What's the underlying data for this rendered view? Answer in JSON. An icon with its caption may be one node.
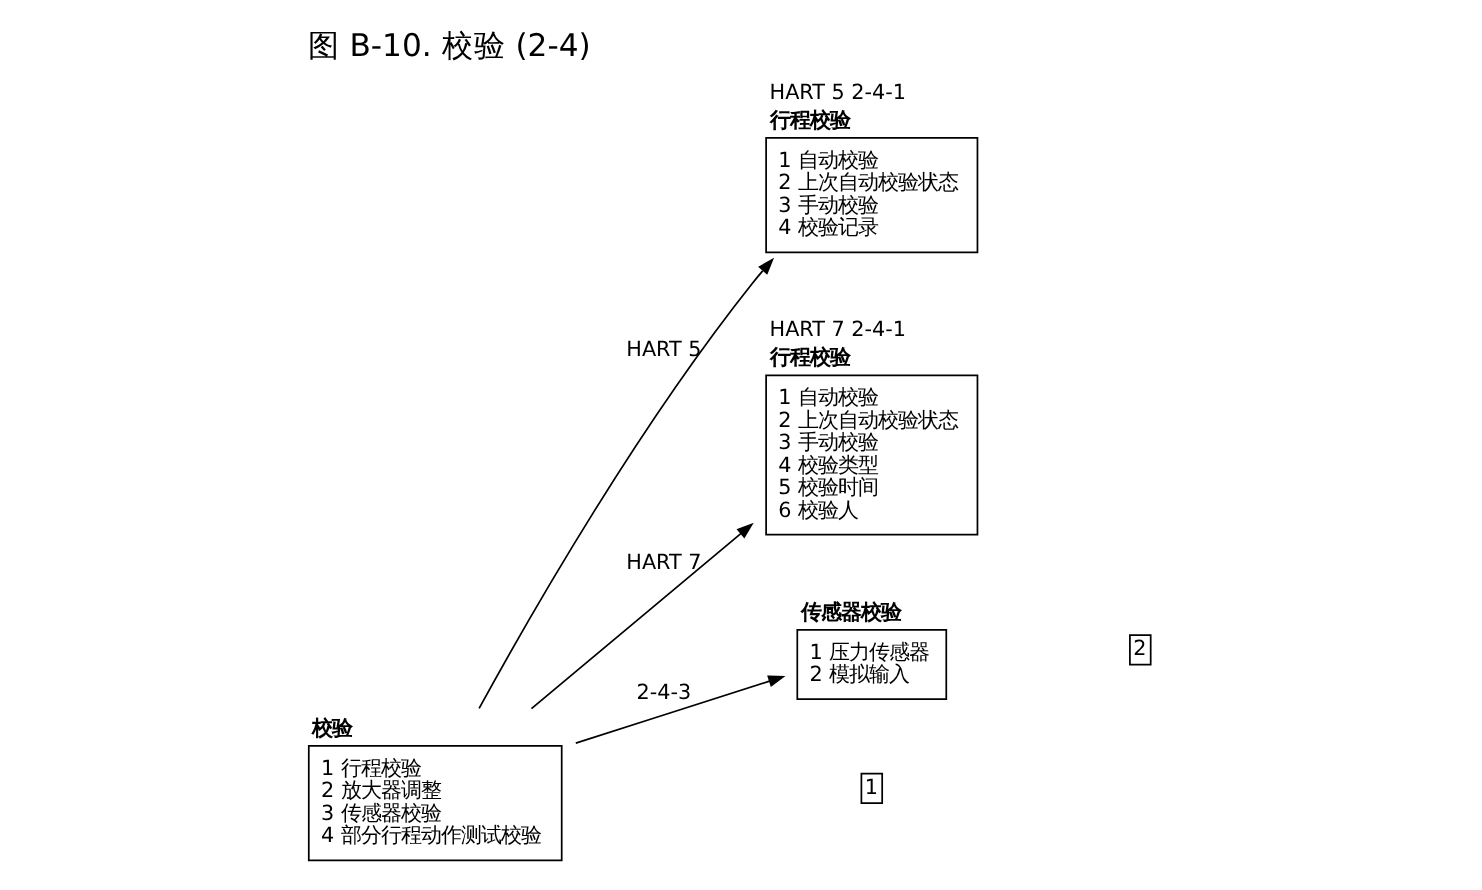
{
  "diagram": {
    "title": "图 B-10. 校验 (2-4)",
    "nodes": [
      {
        "text": [
          "行程校验",
          "1 自动校验",
          "2 上次自动校验状态",
          "3 手动校验",
          "4 校验记录"
        ],
        "beside": [
          "HART 5 2-4-1"
        ]
      },
      {
        "text": [
          "校验",
          "1 行程校验",
          "2 放大器调整",
          "3 传感器校验",
          "4 部分行程动作测试校验"
        ]
      },
      {
        "text": [
          "行程校验",
          "1 自动校验",
          "2 上次自动校验状态",
          "3 手动校验",
          "4 校验类型",
          "5 校验时间",
          "6 校验人"
        ],
        "beside": [
          "HART 7 2-4-1"
        ]
      },
      {
        "text": [
          "传感器校验",
          "1 压力传感器",
          "2 模拟输入"
        ]
      }
    ],
    "edges": [
      {
        "from": 1,
        "to": 0,
        "arrow": "to",
        "label": "HART 5"
      },
      {
        "from": 1,
        "to": 2,
        "arrow": "to",
        "label": "HART 7"
      },
      {
        "from": 1,
        "to": 3,
        "arrow": "to",
        "label": "2-4-3"
      }
    ],
    "labels": [
      "1",
      "2"
    ]
  }
}
